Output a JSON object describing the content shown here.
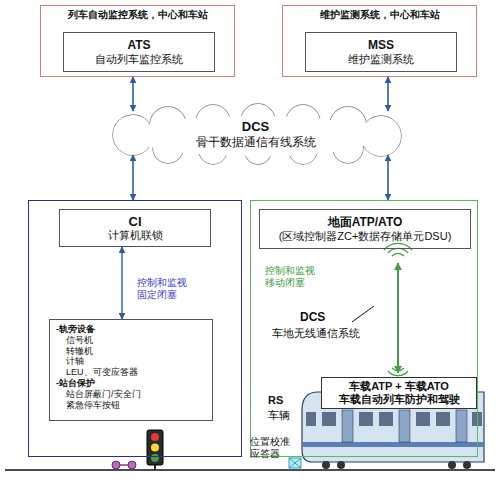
{
  "diagram": {
    "nodes": [
      {
        "text": [
          "列车自动监控系统，中心和车站"
        ]
      },
      {
        "text": [
          "ATS",
          "自动列车监控系统"
        ],
        "in": 0
      },
      {
        "text": [
          "维护监测系统，中心和车站"
        ]
      },
      {
        "text": [
          "MSS",
          "维护监测系统"
        ],
        "in": 2
      },
      {
        "text": [
          "DCS",
          "骨干数据通信有线系统"
        ]
      },
      {
        "text": [
          "控制和监视 固定闭塞"
        ]
      },
      {
        "text": [
          "CI",
          "计算机联锁"
        ],
        "in": 5
      },
      {
        "text": [
          "-轨旁设备",
          "信号机",
          "转辙机",
          "计轴",
          "LEU、可变应答器",
          "-站台保护",
          "站台屏蔽门/安全门",
          "紧急停车按钮"
        ],
        "in": 5
      },
      {
        "text": [
          "控制和监视 移动闭塞"
        ]
      },
      {
        "text": [
          "地面ATP/ATO",
          "(区域控制器ZC+数据存储单元DSU)"
        ],
        "in": 8
      },
      {
        "text": [
          "车载ATP + 车载ATO",
          "车载自动列车防护和驾驶"
        ],
        "in": 8
      }
    ],
    "edges": [
      {
        "from": 0,
        "to": 4,
        "arrow": "both"
      },
      {
        "from": 2,
        "to": 4,
        "arrow": "both"
      },
      {
        "from": 4,
        "to": 5,
        "arrow": "both"
      },
      {
        "from": 4,
        "to": 8,
        "arrow": "both"
      },
      {
        "from": 6,
        "to": 7,
        "arrow": "both"
      },
      {
        "from": 9,
        "to": 10,
        "arrow": "both"
      }
    ],
    "labels": [
      "DCS",
      "车地无线通信系统",
      "RS",
      "车辆",
      "位置校准 应答器"
    ]
  }
}
